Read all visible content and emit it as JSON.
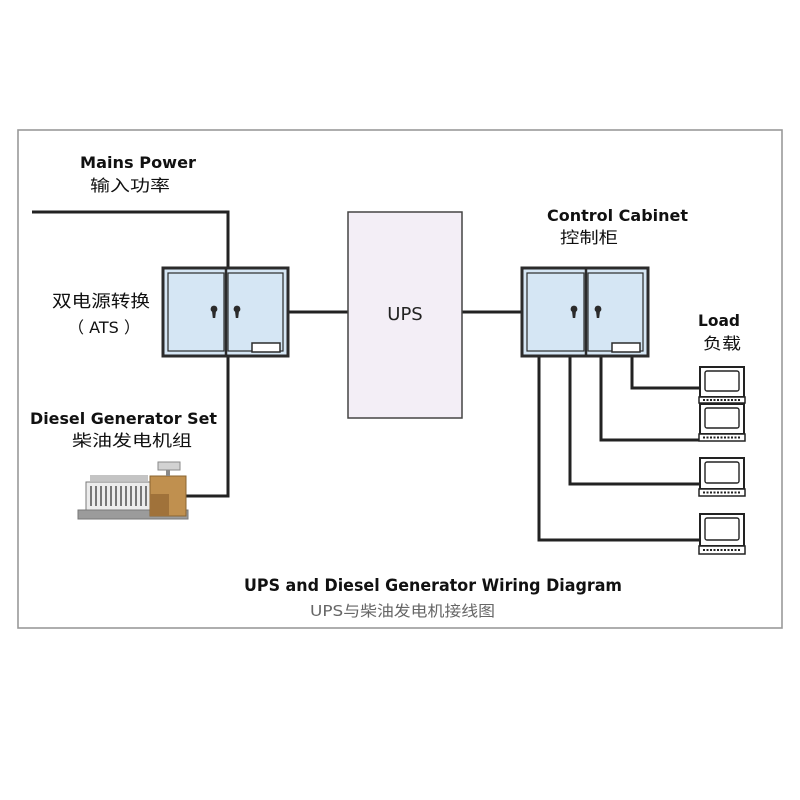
{
  "mains_power": {
    "label_en": "Mains Power",
    "label_zh": "输入功率"
  },
  "ats": {
    "label_zh": "双电源转换",
    "label_en": "（ ATS ）"
  },
  "ups": {
    "label": "UPS"
  },
  "control_cabinet": {
    "label_en": "Control Cabinet",
    "label_zh": "控制柜"
  },
  "load": {
    "label_en": "Load",
    "label_zh": "负载"
  },
  "diesel_generator": {
    "label_en": "Diesel Generator Set",
    "label_zh": "柴油发电机组"
  },
  "title": {
    "en": "UPS and Diesel Generator Wiring Diagram",
    "zh": "UPS与柴油发电机接线图"
  },
  "colors": {
    "cabinet_fill": "#d5e6f4",
    "ups_fill": "#f3eef6",
    "line": "#222222",
    "frame": "#999999",
    "subtitle": "#666666"
  }
}
